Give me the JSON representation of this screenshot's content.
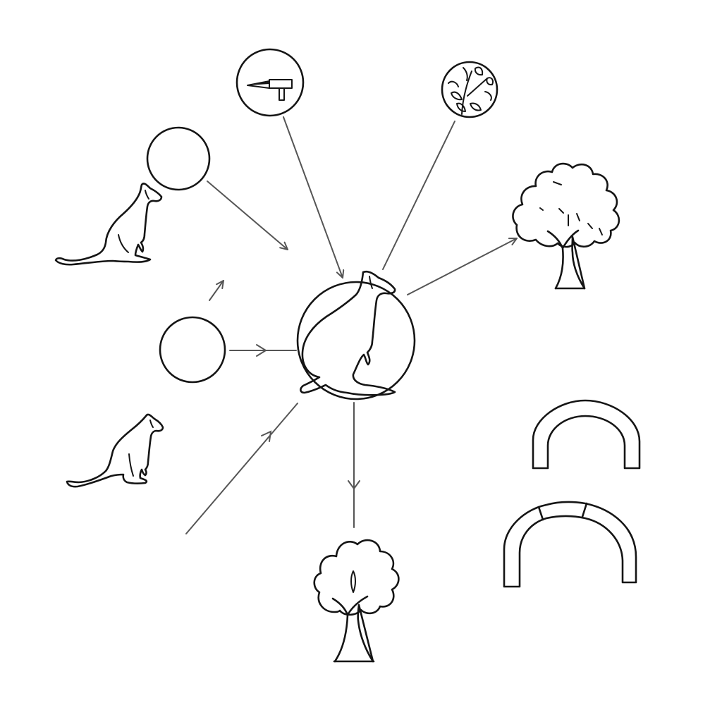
{
  "diagram": {
    "style": "hand-drawn line-art concept map",
    "colors": {
      "ink": "#151515",
      "arrow": "#555555",
      "background": "#ffffff"
    },
    "nodes": [
      {
        "id": "center",
        "icon": "kangaroo-in-circle-icon"
      },
      {
        "id": "tool",
        "icon": "knife-tool-icon"
      },
      {
        "id": "plant",
        "icon": "leafy-plant-icon"
      },
      {
        "id": "empty-top",
        "icon": "empty-circle-icon"
      },
      {
        "id": "empty-mid",
        "icon": "empty-circle-icon"
      },
      {
        "id": "roo-top",
        "icon": "kangaroo-icon"
      },
      {
        "id": "roo-bottom",
        "icon": "kangaroo-icon"
      },
      {
        "id": "tree-right",
        "icon": "tree-icon"
      },
      {
        "id": "tree-bottom",
        "icon": "tree-icon"
      },
      {
        "id": "arch-top",
        "icon": "arch-icon"
      },
      {
        "id": "arch-bottom",
        "icon": "arch-icon"
      }
    ],
    "edges": [
      {
        "from": "tool",
        "to": "center"
      },
      {
        "from": "plant",
        "to": "center"
      },
      {
        "from": "empty-top",
        "to": "center"
      },
      {
        "from": "empty-mid",
        "to": "center"
      },
      {
        "from": "external",
        "to": "center"
      },
      {
        "from": "center",
        "to": "tree-right"
      },
      {
        "from": "center",
        "to": "tree-bottom"
      }
    ]
  }
}
